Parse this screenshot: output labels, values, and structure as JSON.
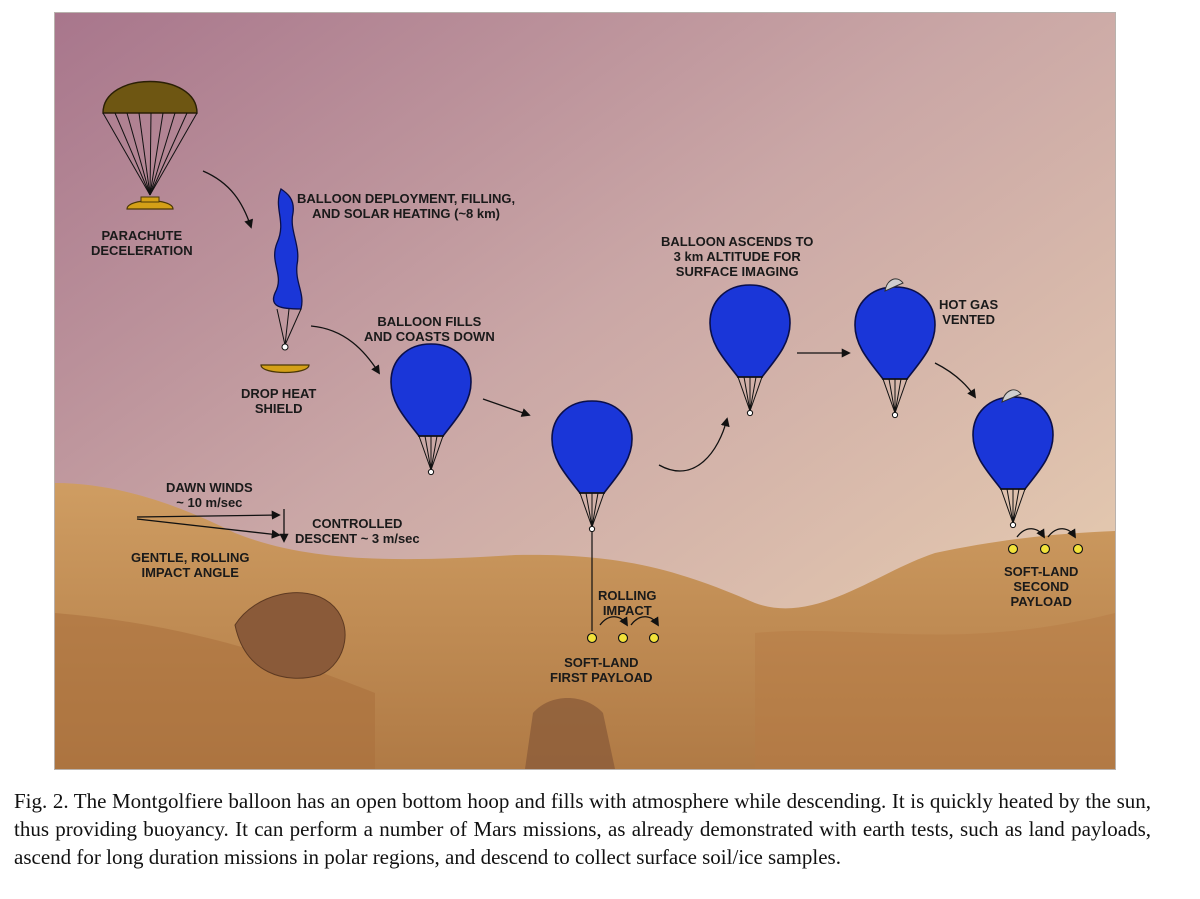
{
  "figure": {
    "labels": {
      "parachute": [
        "PARACHUTE",
        "DECELERATION"
      ],
      "deployment": [
        "BALLOON DEPLOYMENT, FILLING,",
        "AND SOLAR HEATING (~8 km)"
      ],
      "drop_heat_shield": [
        "DROP HEAT",
        "SHIELD"
      ],
      "balloon_fills": [
        "BALLOON FILLS",
        "AND COASTS DOWN"
      ],
      "dawn_winds": [
        "DAWN WINDS",
        "~ 10 m/sec"
      ],
      "controlled_descent": [
        "CONTROLLED",
        "DESCENT ~ 3 m/sec"
      ],
      "gentle_impact": [
        "GENTLE, ROLLING",
        "IMPACT ANGLE"
      ],
      "rolling_impact": [
        "ROLLING",
        "IMPACT"
      ],
      "soft_land_first": [
        "SOFT-LAND",
        "FIRST PAYLOAD"
      ],
      "ascends": [
        "BALLOON ASCENDS TO",
        "3 km ALTITUDE FOR",
        "SURFACE IMAGING"
      ],
      "hot_gas": [
        "HOT GAS",
        "VENTED"
      ],
      "soft_land_second": [
        "SOFT-LAND",
        "SECOND",
        "PAYLOAD"
      ]
    },
    "colors": {
      "balloon": "#1a36d8",
      "heat_shield": "#d4a017",
      "parachute_canopy": "#6e5612",
      "payload": "#f2e23a",
      "sky_top": "#a8768c",
      "sky_bottom": "#e6c8a8",
      "ground": "#c8955a"
    }
  },
  "caption": "Fig. 2.   The Montgolfiere balloon has an open bottom hoop and fills with atmosphere while descending. It is quickly heated by the sun, thus providing buoyancy. It can perform a number of Mars missions, as already demonstrated with earth tests, such as land payloads, ascend for long duration missions in polar regions, and descend to collect surface soil/ice samples."
}
